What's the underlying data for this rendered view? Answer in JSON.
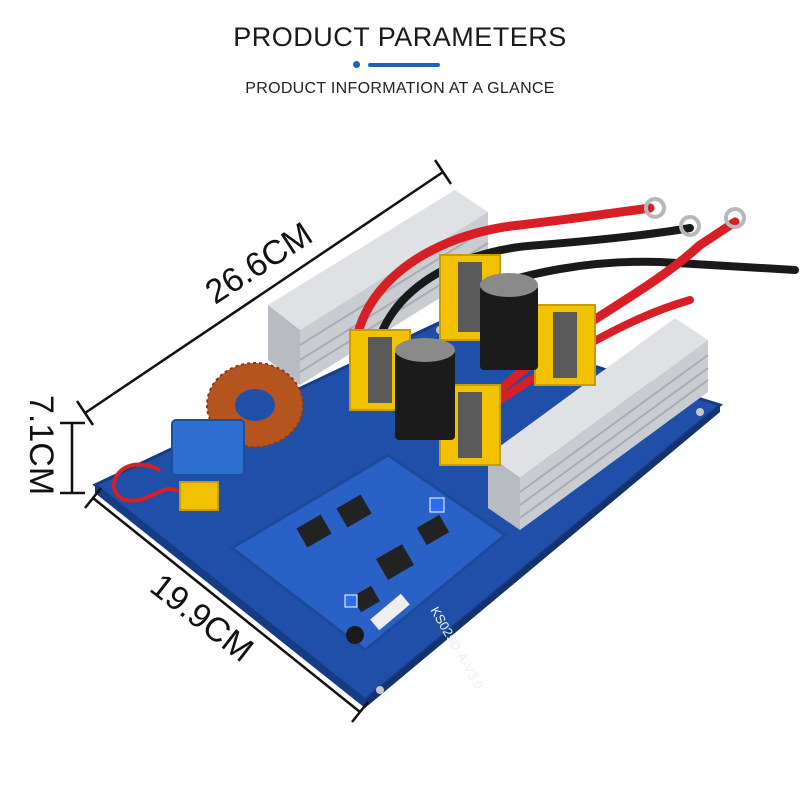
{
  "header": {
    "title": "PRODUCT PARAMETERS",
    "subtitle": "PRODUCT INFORMATION AT A GLANCE"
  },
  "dimensions": {
    "length": "26.6CM",
    "height": "7.1CM",
    "width": "19.9CM"
  },
  "board": {
    "marking": "KS025D-A-V3.0"
  },
  "colors": {
    "accent": "#1e63b8",
    "pcb": "#1f4fa8",
    "heatsink": "#c9ccd1",
    "transformer": "#f2c100",
    "cable_red": "#d81f26",
    "cable_black": "#1a1a1a",
    "coil": "#b5541f"
  }
}
